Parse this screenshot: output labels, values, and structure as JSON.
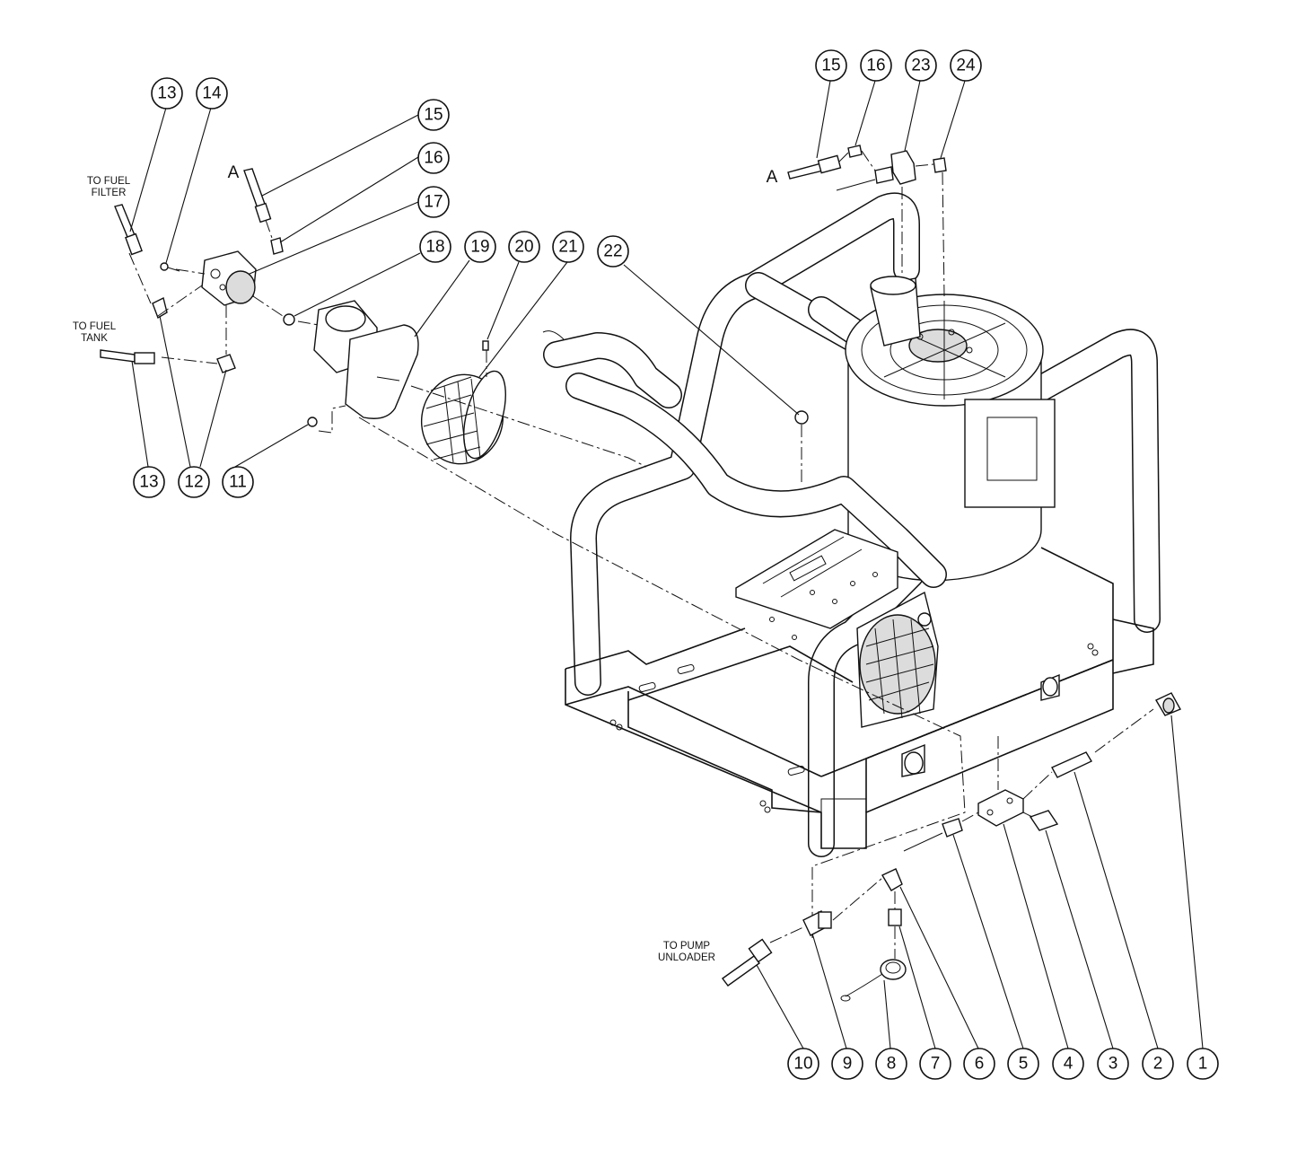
{
  "diagram": {
    "balloons": [
      {
        "id": "b13a",
        "label": "13"
      },
      {
        "id": "b14",
        "label": "14"
      },
      {
        "id": "b15a",
        "label": "15"
      },
      {
        "id": "b16a",
        "label": "16"
      },
      {
        "id": "b17",
        "label": "17"
      },
      {
        "id": "b18",
        "label": "18"
      },
      {
        "id": "b19",
        "label": "19"
      },
      {
        "id": "b20",
        "label": "20"
      },
      {
        "id": "b21",
        "label": "21"
      },
      {
        "id": "b22",
        "label": "22"
      },
      {
        "id": "b15b",
        "label": "15"
      },
      {
        "id": "b16b",
        "label": "16"
      },
      {
        "id": "b23",
        "label": "23"
      },
      {
        "id": "b24",
        "label": "24"
      },
      {
        "id": "b13b",
        "label": "13"
      },
      {
        "id": "b12",
        "label": "12"
      },
      {
        "id": "b11",
        "label": "11"
      },
      {
        "id": "b10",
        "label": "10"
      },
      {
        "id": "b9",
        "label": "9"
      },
      {
        "id": "b8",
        "label": "8"
      },
      {
        "id": "b7",
        "label": "7"
      },
      {
        "id": "b6",
        "label": "6"
      },
      {
        "id": "b5",
        "label": "5"
      },
      {
        "id": "b4",
        "label": "4"
      },
      {
        "id": "b3",
        "label": "3"
      },
      {
        "id": "b2",
        "label": "2"
      },
      {
        "id": "b1",
        "label": "1"
      }
    ],
    "notes": {
      "fuel_filter_line1": "TO FUEL",
      "fuel_filter_line2": "FILTER",
      "fuel_tank_line1": "TO FUEL",
      "fuel_tank_line2": "TANK",
      "pump_unloader_line1": "TO PUMP",
      "pump_unloader_line2": "UNLOADER",
      "connector_left": "A",
      "connector_right": "A"
    }
  }
}
